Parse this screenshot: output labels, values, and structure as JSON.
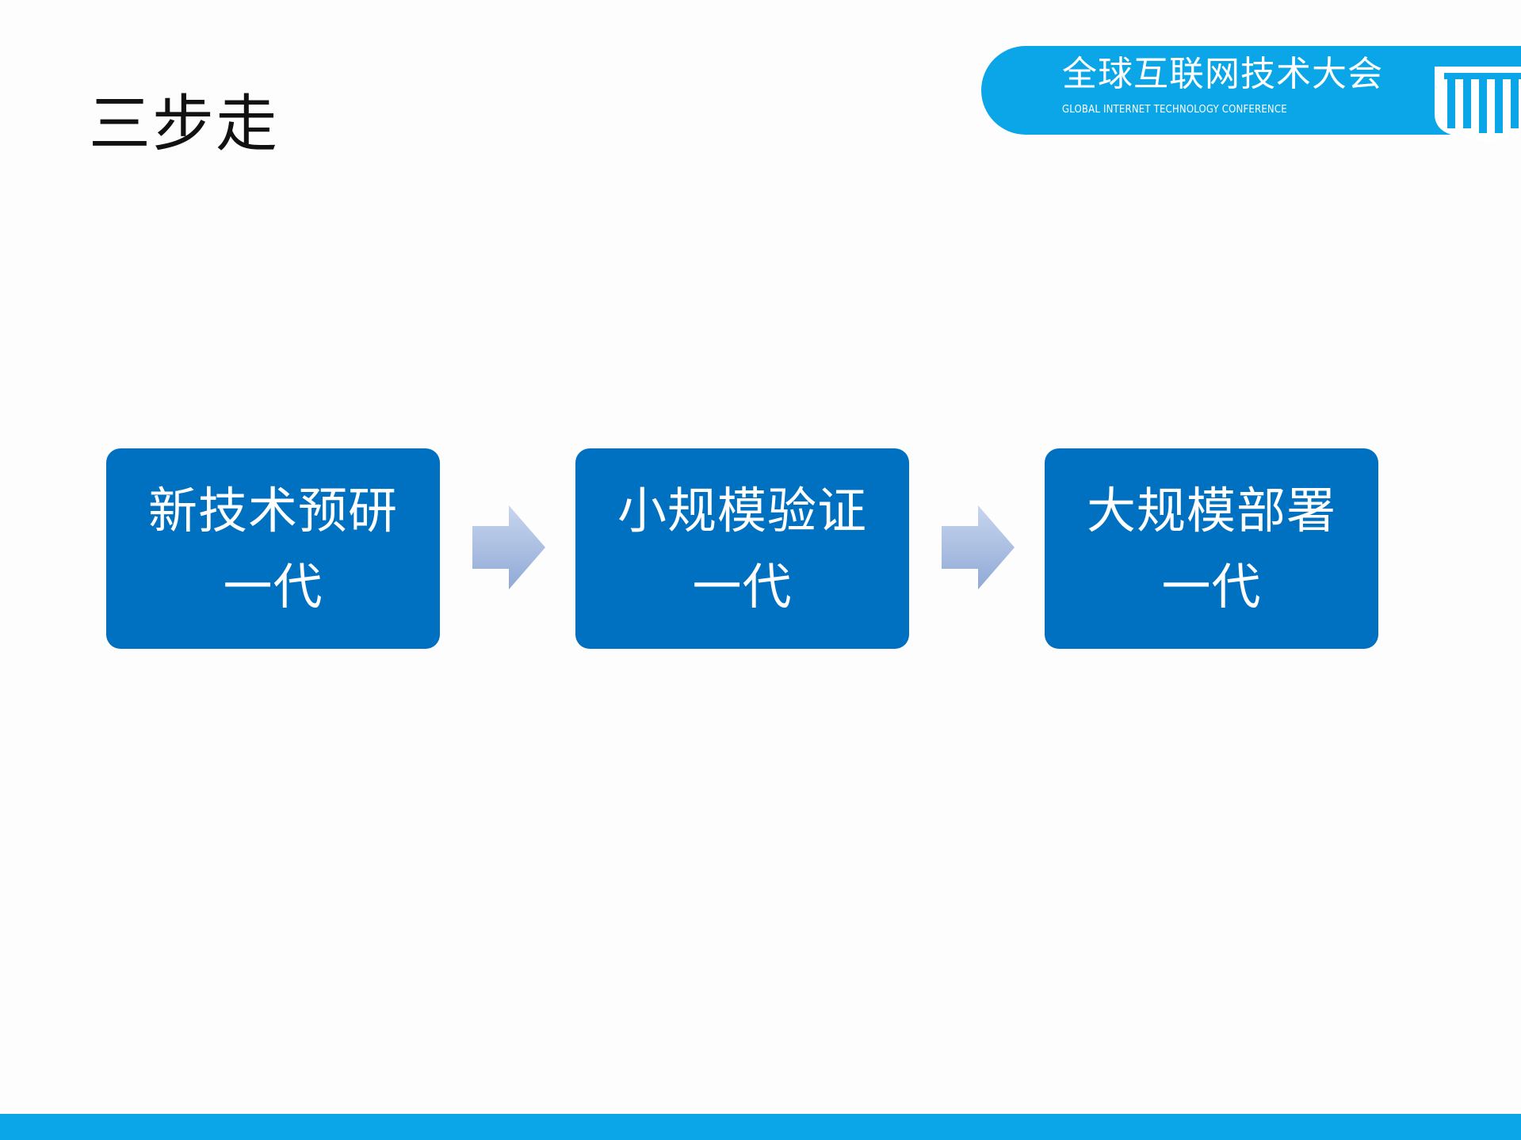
{
  "slide": {
    "title": "三步走"
  },
  "banner": {
    "title_cn": "全球互联网技术大会",
    "title_en": "GLOBAL INTERNET TECHNOLOGY CONFERENCE",
    "logo_letters": "GITC",
    "color": "#0aa6e8"
  },
  "flow": {
    "box_color": "#0070c0",
    "arrow_color": "#a9bfe0",
    "steps": [
      {
        "line1": "新技术预研",
        "line2": "一代"
      },
      {
        "line1": "小规模验证",
        "line2": "一代"
      },
      {
        "line1": "大规模部署",
        "line2": "一代"
      }
    ]
  }
}
